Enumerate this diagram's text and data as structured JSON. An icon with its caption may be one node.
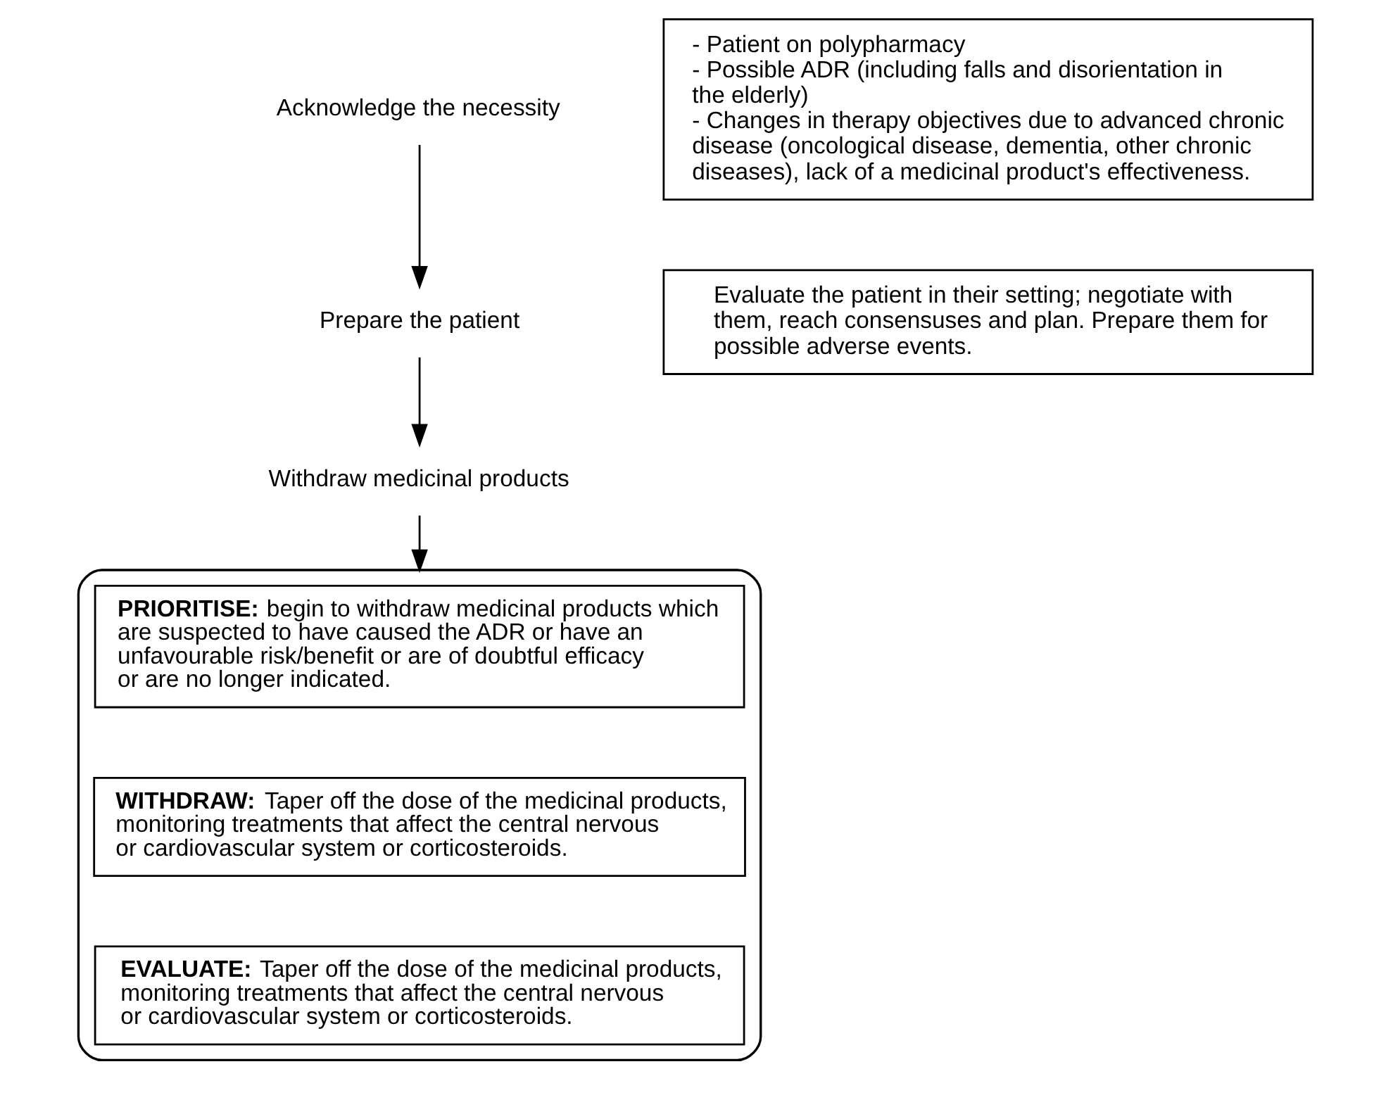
{
  "diagram": {
    "nodes": [
      {
        "text": [
          "Acknowledge the necessity"
        ]
      },
      {
        "text": [
          "- Patient on polypharmacy",
          "- Possible ADR (including falls and disorientation in the elderly)",
          "- Changes in therapy objectives due to advanced chronic disease (oncological disease, dementia, other chronic diseases), lack of a medicinal product's effectiveness."
        ]
      },
      {
        "text": [
          "Prepare the patient"
        ]
      },
      {
        "text": [
          "Evaluate the patient in their setting; negotiate with them, reach consensuses and plan. Prepare them for possible adverse events."
        ]
      },
      {
        "text": [
          "Withdraw medicinal products"
        ]
      },
      {
        "text": [],
        "shape": "bracket"
      },
      {
        "text": [
          "**PRIORITISE:** begin to withdraw medicinal products which are suspected to have caused the ADR or have an unfavourable risk/benefit or are of doubtful efficacy or are no longer indicated."
        ],
        "in": 5
      },
      {
        "text": [
          "**WITHDRAW:** Taper off the dose of the medicinal products, monitoring treatments that affect the central nervous or cardiovascular system or corticosteroids."
        ],
        "in": 5
      },
      {
        "text": [
          "**EVALUATE:** Taper off the dose of the medicinal products, monitoring treatments that affect the central nervous or cardiovascular system or corticosteroids."
        ],
        "in": 5
      }
    ],
    "edges": [
      {
        "from": 0,
        "to": 2,
        "arrow": "to"
      },
      {
        "from": 2,
        "to": 4,
        "arrow": "to"
      },
      {
        "from": 4,
        "to": 5,
        "arrow": "to"
      }
    ]
  }
}
